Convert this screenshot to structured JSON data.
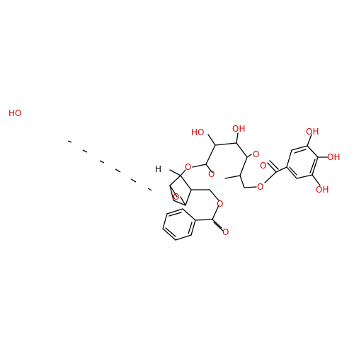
{
  "colors": {
    "bond": "#000000",
    "oxygen": "#e00000",
    "background": "#ffffff"
  },
  "atom_labels": {
    "ho_far": "HO",
    "ho_gal_1": "HO",
    "oh_gal_2": "OH",
    "o_bridge": "O",
    "o_ring": "O",
    "o_left": "O",
    "o_ester": "O",
    "o_carbonyl": "O",
    "o_ester2": "O",
    "o_carbonyl2": "O",
    "oh_phenol_1": "OH",
    "oh_phenol_2": "OH",
    "oh_phenol_3": "OH",
    "o_ring_sugar": "O",
    "o_benzoate_carbonyl": "O",
    "h_methyl": "H"
  }
}
